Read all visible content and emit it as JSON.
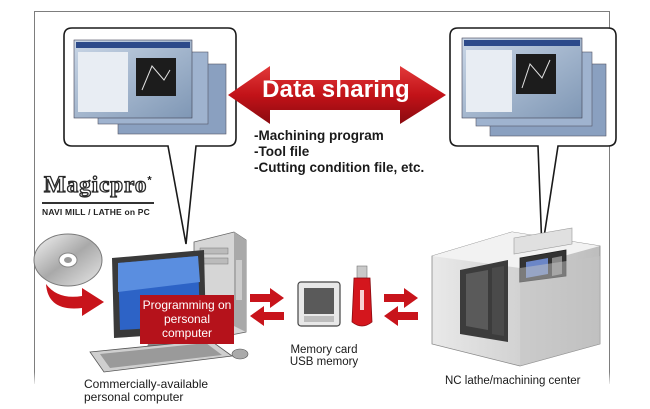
{
  "banner": {
    "label": "Data sharing"
  },
  "shared_files": [
    "-Machining program",
    "-Tool file",
    "-Cutting condition file, etc."
  ],
  "software": {
    "logo_text": "Magicpro",
    "logo_mark": "*",
    "subtitle": "NAVI MILL / LATHE on PC"
  },
  "pc": {
    "program_box": "Programming on personal computer",
    "caption_line1": "Commercially-available",
    "caption_line2": "personal computer"
  },
  "media": {
    "caption_line1": "Memory card",
    "caption_line2": "USB memory"
  },
  "machine": {
    "caption": "NC lathe/machining center"
  },
  "colors": {
    "accent_red": "#b5121b",
    "frame": "#7d7d7d"
  }
}
